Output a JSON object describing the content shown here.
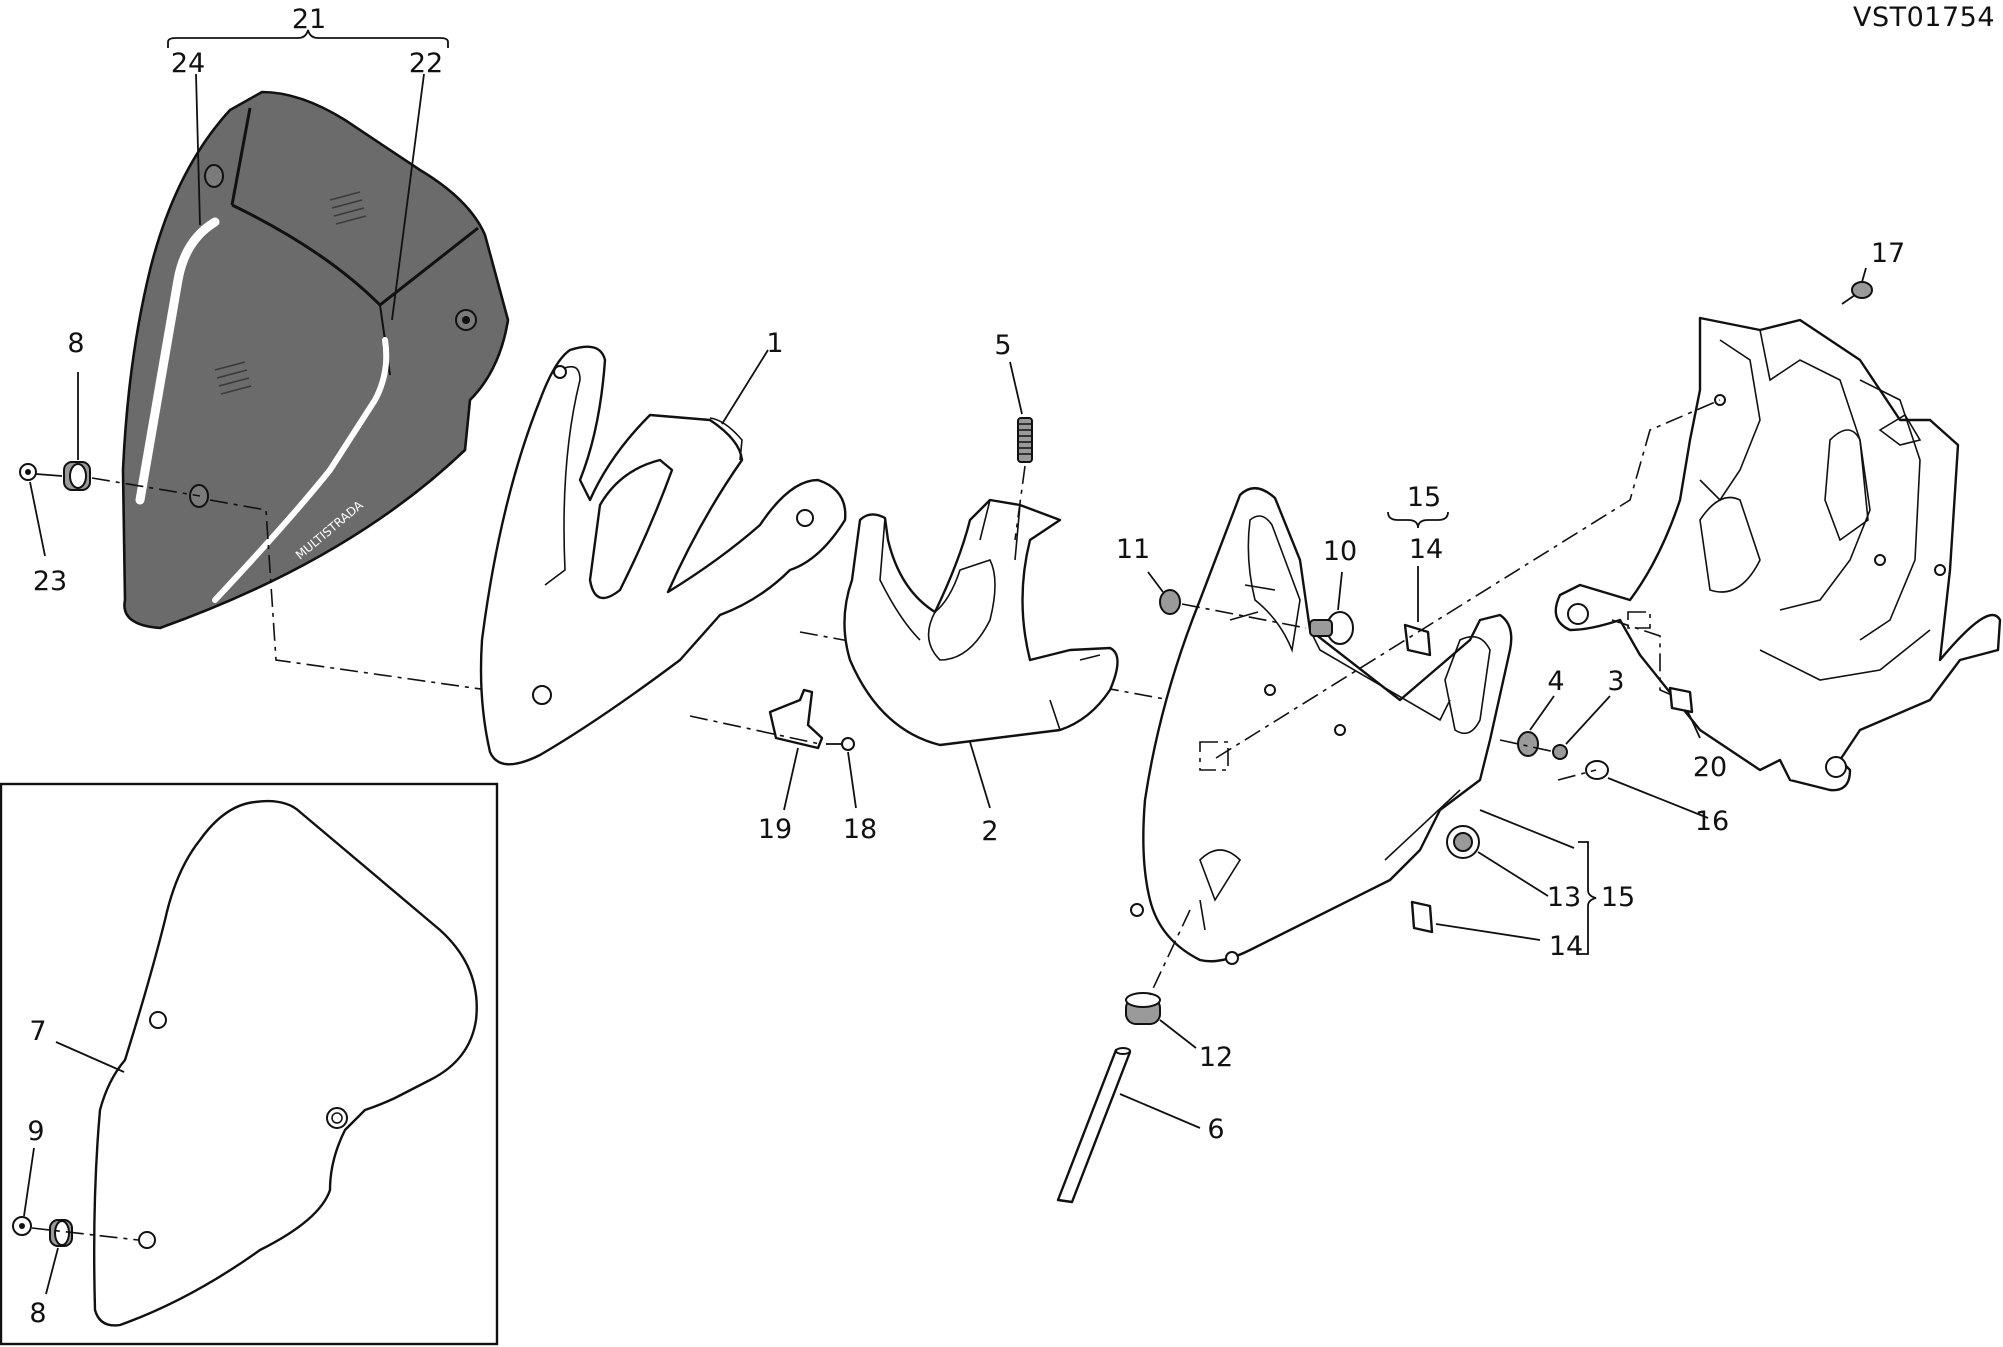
{
  "diagram": {
    "reference_code": "VST01754",
    "screen_print_text": "MULTISTRADA",
    "callouts": [
      {
        "id": "c1",
        "text": "1"
      },
      {
        "id": "c2",
        "text": "2"
      },
      {
        "id": "c3",
        "text": "3"
      },
      {
        "id": "c4",
        "text": "4"
      },
      {
        "id": "c5",
        "text": "5"
      },
      {
        "id": "c6",
        "text": "6"
      },
      {
        "id": "c7",
        "text": "7"
      },
      {
        "id": "c8a",
        "text": "8"
      },
      {
        "id": "c8b",
        "text": "8"
      },
      {
        "id": "c9",
        "text": "9"
      },
      {
        "id": "c10",
        "text": "10"
      },
      {
        "id": "c11",
        "text": "11"
      },
      {
        "id": "c12",
        "text": "12"
      },
      {
        "id": "c13",
        "text": "13"
      },
      {
        "id": "c14a",
        "text": "14"
      },
      {
        "id": "c14b",
        "text": "14"
      },
      {
        "id": "c15a",
        "text": "15"
      },
      {
        "id": "c15b",
        "text": "15"
      },
      {
        "id": "c16",
        "text": "16"
      },
      {
        "id": "c17",
        "text": "17"
      },
      {
        "id": "c18",
        "text": "18"
      },
      {
        "id": "c19",
        "text": "19"
      },
      {
        "id": "c20",
        "text": "20"
      },
      {
        "id": "c21",
        "text": "21"
      },
      {
        "id": "c22",
        "text": "22"
      },
      {
        "id": "c23",
        "text": "23"
      },
      {
        "id": "c24",
        "text": "24"
      }
    ]
  }
}
